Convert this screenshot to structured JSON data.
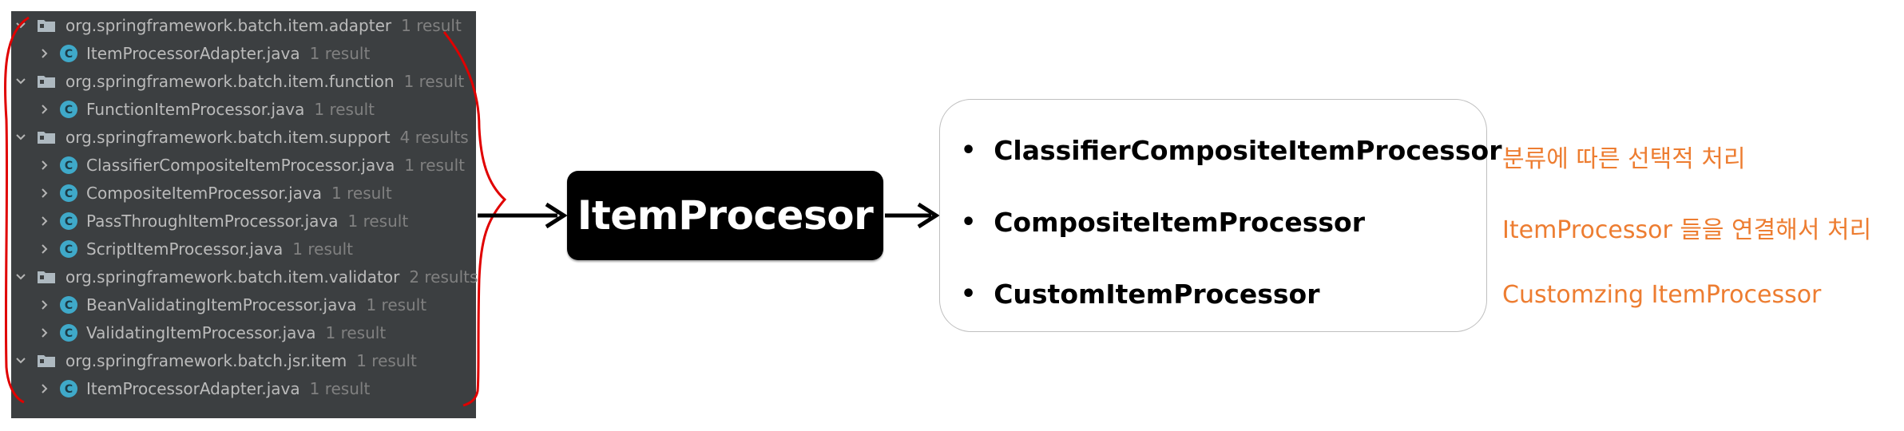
{
  "tree": {
    "rows": [
      {
        "kind": "package",
        "expanded": true,
        "name": "org.springframework.batch.item.adapter",
        "count": "1 result"
      },
      {
        "kind": "file",
        "expanded": false,
        "name": "ItemProcessorAdapter.java",
        "count": "1 result"
      },
      {
        "kind": "package",
        "expanded": true,
        "name": "org.springframework.batch.item.function",
        "count": "1 result"
      },
      {
        "kind": "file",
        "expanded": false,
        "name": "FunctionItemProcessor.java",
        "count": "1 result"
      },
      {
        "kind": "package",
        "expanded": true,
        "name": "org.springframework.batch.item.support",
        "count": "4 results"
      },
      {
        "kind": "file",
        "expanded": false,
        "name": "ClassifierCompositeItemProcessor.java",
        "count": "1 result"
      },
      {
        "kind": "file",
        "expanded": false,
        "name": "CompositeItemProcessor.java",
        "count": "1 result"
      },
      {
        "kind": "file",
        "expanded": false,
        "name": "PassThroughItemProcessor.java",
        "count": "1 result"
      },
      {
        "kind": "file",
        "expanded": false,
        "name": "ScriptItemProcessor.java",
        "count": "1 result"
      },
      {
        "kind": "package",
        "expanded": true,
        "name": "org.springframework.batch.item.validator",
        "count": "2 results"
      },
      {
        "kind": "file",
        "expanded": false,
        "name": "BeanValidatingItemProcessor.java",
        "count": "1 result"
      },
      {
        "kind": "file",
        "expanded": false,
        "name": "ValidatingItemProcessor.java",
        "count": "1 result"
      },
      {
        "kind": "package",
        "expanded": true,
        "name": "org.springframework.batch.jsr.item",
        "count": "1 result"
      },
      {
        "kind": "file",
        "expanded": false,
        "name": "ItemProcessorAdapter.java",
        "count": "1 result"
      }
    ]
  },
  "diagram": {
    "main_label": "ItemProcesor",
    "processors": [
      "ClassifierCompositeItemProcessor",
      "CompositeItemProcessor",
      "CustomItemProcessor"
    ],
    "notes": [
      "분류에 따른 선택적 처리",
      "ItemProcessor 들을 연결해서 처리",
      "Customzing ItemProcessor"
    ]
  },
  "colors": {
    "panel_bg": "#3c3f41",
    "tree_text": "#bbbbbb",
    "tree_count": "#808080",
    "note_text": "#ed7d31",
    "annotation_red": "#e00000",
    "class_icon": "#3fa9c9"
  },
  "icons": [
    "chevron-down-icon",
    "chevron-right-icon",
    "folder-icon",
    "java-class-icon",
    "arrow-right-icon"
  ]
}
